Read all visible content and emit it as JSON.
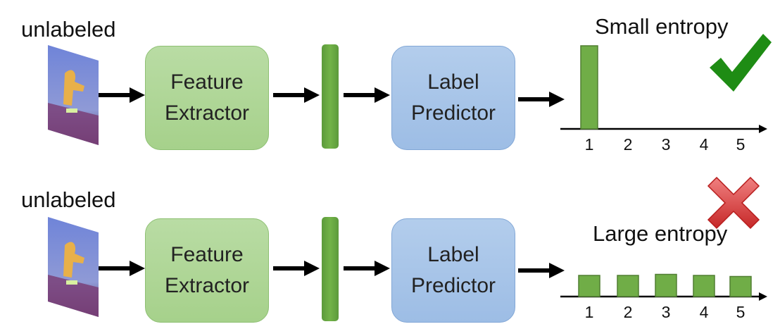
{
  "top": {
    "input_label": "unlabeled",
    "extractor_line1": "Feature",
    "extractor_line2": "Extractor",
    "predictor_line1": "Label",
    "predictor_line2": "Predictor",
    "result_title": "Small entropy",
    "result_icon": "checkmark-icon",
    "result_icon_color": "#1e8c14"
  },
  "bottom": {
    "input_label": "unlabeled",
    "extractor_line1": "Feature",
    "extractor_line2": "Extractor",
    "predictor_line1": "Label",
    "predictor_line2": "Predictor",
    "result_title": "Large entropy",
    "result_icon": "cross-icon",
    "result_icon_color": "#d93a3a"
  },
  "colors": {
    "bar_fill": "#70ad47",
    "bar_stroke": "#507e32",
    "green_box": "#a9d18e",
    "blue_box": "#9dc3e6"
  },
  "chart_data": [
    {
      "type": "bar",
      "categories": [
        "1",
        "2",
        "3",
        "4",
        "5"
      ],
      "values": [
        1.0,
        0,
        0,
        0,
        0
      ]
    },
    {
      "type": "bar",
      "categories": [
        "1",
        "2",
        "3",
        "4",
        "5"
      ],
      "values": [
        0.2,
        0.2,
        0.21,
        0.2,
        0.19
      ]
    }
  ]
}
